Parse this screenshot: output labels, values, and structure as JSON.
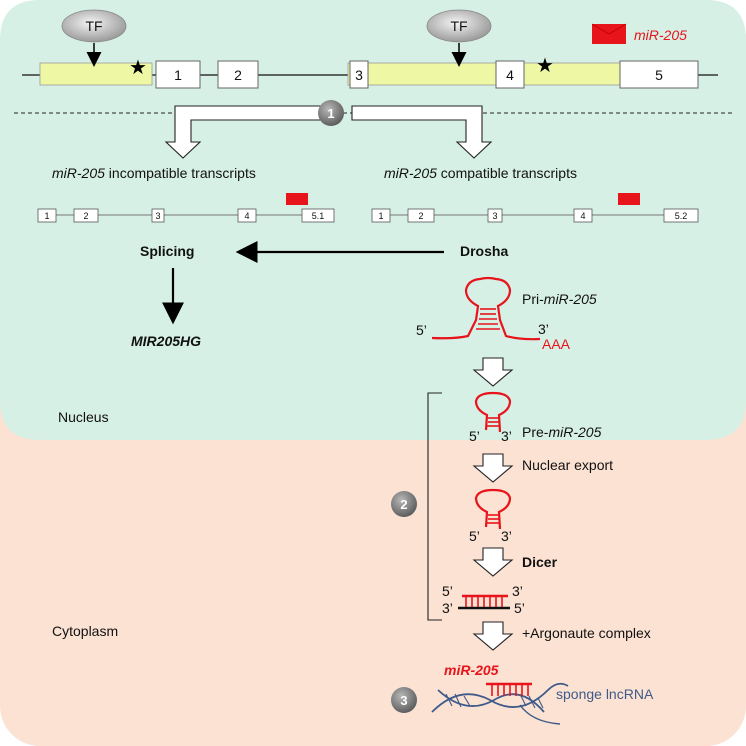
{
  "legend": {
    "mir_label": "miR-205",
    "color": "#e8141b"
  },
  "tf_label": "TF",
  "exons_top": [
    "1",
    "2",
    "3",
    "4",
    "5"
  ],
  "steps": [
    "1",
    "2",
    "3"
  ],
  "left_branch": {
    "title_italic": "miR-205",
    "title_rest": " incompatible transcripts",
    "exons": [
      "1",
      "2",
      "3",
      "4",
      "5.1"
    ]
  },
  "right_branch": {
    "title_italic": "miR-205",
    "title_rest": " compatible transcripts",
    "exons": [
      "1",
      "2",
      "3",
      "4",
      "5.2"
    ]
  },
  "splicing": "Splicing",
  "drosha": "Drosha",
  "host_gene": "MIR205HG",
  "pri": {
    "prefix": "Pri-",
    "italic": "miR-205",
    "five": "5’",
    "three": "3’",
    "tail": "AAA"
  },
  "pre": {
    "prefix": "Pre-",
    "italic": "miR-205",
    "five": "5’",
    "three": "3’"
  },
  "nuclear_export": "Nuclear export",
  "exported": {
    "five": "5’",
    "three": "3’"
  },
  "dicer": "Dicer",
  "duplex": {
    "top5": "5’",
    "top3": "3’",
    "bot3": "3’",
    "bot5": "5’"
  },
  "argonaute": "+Argonaute complex",
  "mature": "miR-205",
  "sponge": "sponge lncRNA",
  "compartments": {
    "nucleus": "Nucleus",
    "cytoplasm": "Cytoplasm"
  },
  "colors": {
    "nucleus": "#d7f0e6",
    "cytoplasm": "#fbe2d3",
    "exon_yellow": "#eef7a4",
    "accent_red": "#e8141b",
    "lnc_blue": "#3f5b8a"
  }
}
